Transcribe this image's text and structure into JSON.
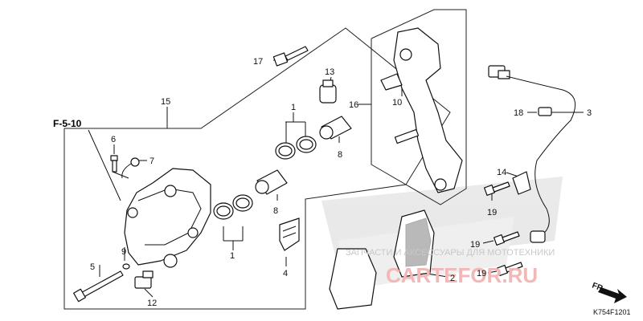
{
  "diagram": {
    "reference_label": "F-5-10",
    "diagram_code": "K754F1201",
    "direction_label": "FR.",
    "watermark_caption": "ЗАПЧАСТИ И АКСЕССУАРЫ ДЛЯ МОТОТЕХНИКИ",
    "watermark_brand": "CARTEFOR.RU",
    "callouts": [
      "17",
      "13",
      "10",
      "16",
      "18",
      "3",
      "15",
      "1",
      "6",
      "7",
      "8",
      "14",
      "19",
      "8",
      "19",
      "19",
      "9",
      "1",
      "5",
      "4",
      "2",
      "12"
    ]
  },
  "colors": {
    "line": "#111111",
    "watermark_red": "#f2b7b7",
    "watermark_gray": "#c8c8c8"
  }
}
